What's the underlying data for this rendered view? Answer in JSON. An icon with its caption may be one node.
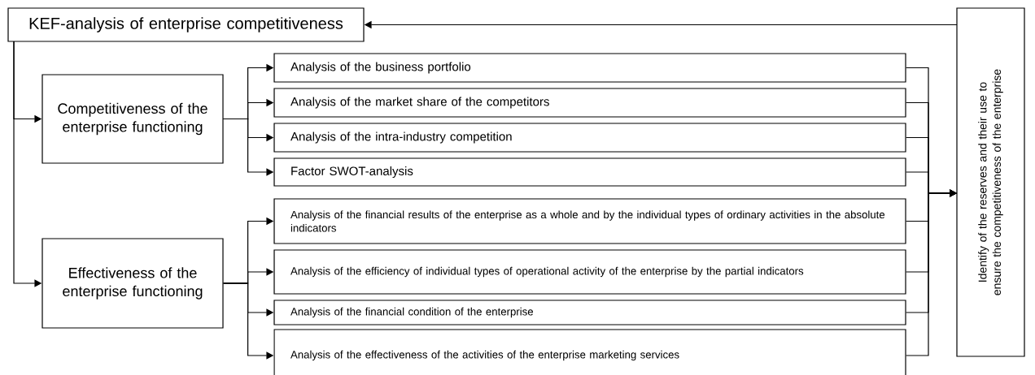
{
  "diagram": {
    "nodes": [
      {
        "text": [
          "KEF-analysis of enterprise competitiveness"
        ]
      },
      {
        "text": [
          "Competitiveness of the enterprise functioning"
        ]
      },
      {
        "text": [
          "Analysis of the business portfolio"
        ]
      },
      {
        "text": [
          "Analysis of the market share of the competitors"
        ]
      },
      {
        "text": [
          "Analysis of the intra-industry competition"
        ]
      },
      {
        "text": [
          "Factor SWOT-analysis"
        ]
      },
      {
        "text": [
          "Effectiveness of the enterprise functioning"
        ]
      },
      {
        "text": [
          "Analysis of the financial results of the enterprise as a whole and by the individual types of ordinary activities in the absolute indicators"
        ]
      },
      {
        "text": [
          "Analysis of the efficiency of individual types of operational activity of the enterprise by the partial indicators"
        ]
      },
      {
        "text": [
          "Analysis of the financial condition of the enterprise"
        ]
      },
      {
        "text": [
          "Analysis of the effectiveness of the activities of the enterprise marketing services"
        ]
      },
      {
        "text": [
          "Identify of the reserves and their use to ensure the competitiveness of the enterprise"
        ]
      }
    ],
    "edges": [
      {
        "from": 0,
        "to": 1,
        "arrow": "to"
      },
      {
        "from": 0,
        "to": 6,
        "arrow": "to"
      },
      {
        "from": 1,
        "to": 2,
        "arrow": "to"
      },
      {
        "from": 1,
        "to": 3,
        "arrow": "to"
      },
      {
        "from": 1,
        "to": 4,
        "arrow": "to"
      },
      {
        "from": 1,
        "to": 5,
        "arrow": "to"
      },
      {
        "from": 6,
        "to": 7,
        "arrow": "to"
      },
      {
        "from": 6,
        "to": 8,
        "arrow": "to"
      },
      {
        "from": 6,
        "to": 9,
        "arrow": "to"
      },
      {
        "from": 6,
        "to": 10,
        "arrow": "to"
      },
      {
        "from": 2,
        "to": 11,
        "arrow": "to"
      },
      {
        "from": 3,
        "to": 11,
        "arrow": "to"
      },
      {
        "from": 4,
        "to": 11,
        "arrow": "to"
      },
      {
        "from": 5,
        "to": 11,
        "arrow": "to"
      },
      {
        "from": 7,
        "to": 11,
        "arrow": "to"
      },
      {
        "from": 8,
        "to": 11,
        "arrow": "to"
      },
      {
        "from": 9,
        "to": 11,
        "arrow": "to"
      },
      {
        "from": 10,
        "to": 11,
        "arrow": "to"
      },
      {
        "from": 11,
        "to": 0,
        "arrow": "to"
      }
    ]
  }
}
